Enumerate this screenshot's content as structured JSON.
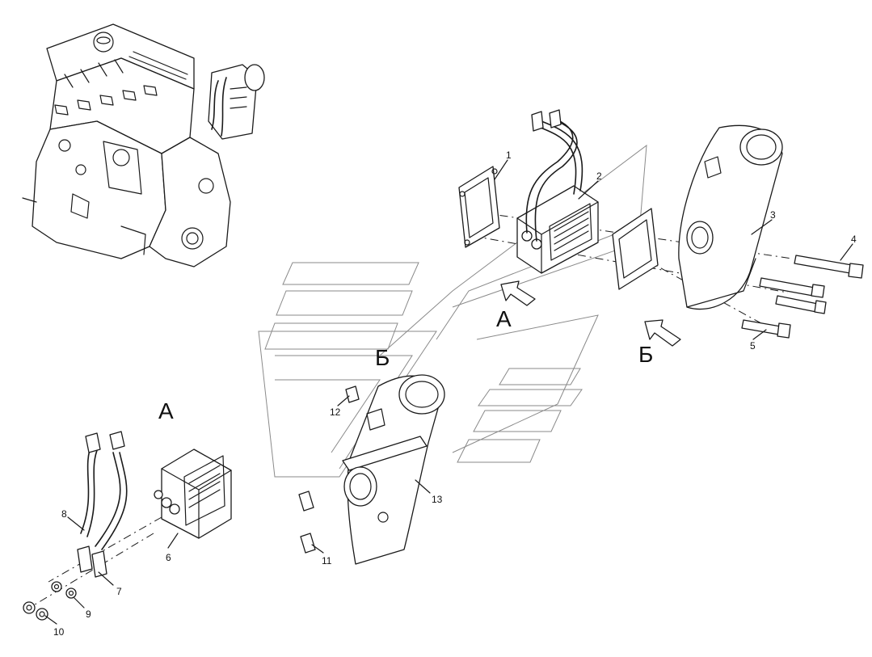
{
  "callouts": {
    "c1": "1",
    "c2": "2",
    "c3": "3",
    "c4": "4",
    "c5": "5",
    "c6": "6",
    "c7": "7",
    "c8": "8",
    "c9": "9",
    "c10": "10",
    "c11": "11",
    "c12": "12",
    "c13": "13"
  },
  "view_labels": {
    "a_arrow": "А",
    "b_arrow_left": "Б",
    "b_arrow_right": "Б",
    "a_detail": "А"
  }
}
